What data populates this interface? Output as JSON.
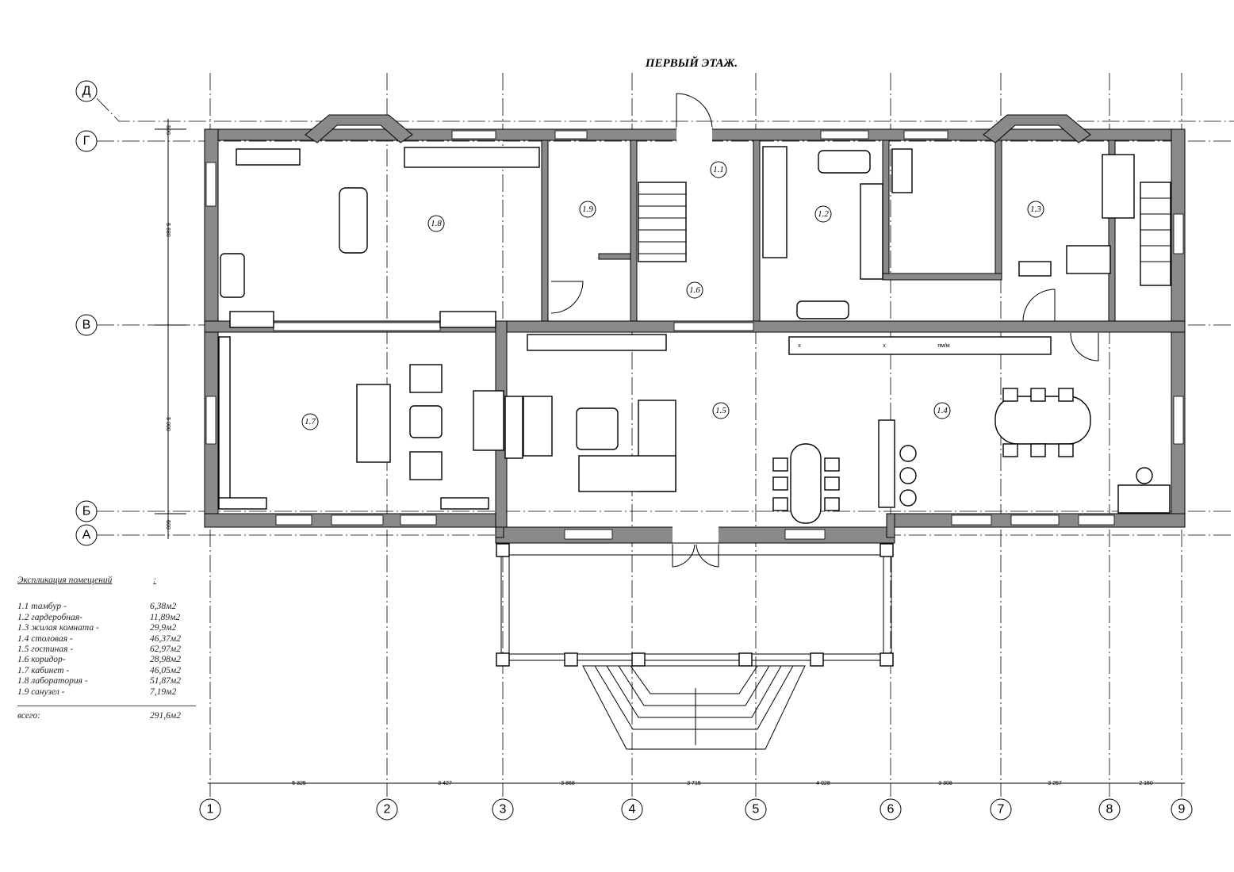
{
  "title": "ПЕРВЫЙ ЭТАЖ.",
  "axes_columns": [
    "1",
    "2",
    "3",
    "4",
    "5",
    "6",
    "7",
    "8",
    "9"
  ],
  "axes_rows": [
    "Д",
    "Г",
    "В",
    "Б",
    "А"
  ],
  "dimensions_horizontal": [
    "5 325",
    "3 427",
    "3 868",
    "3 715",
    "4 028",
    "3 308",
    "3 257",
    "2 150"
  ],
  "dimensions_vertical": [
    "500",
    "5 680",
    "5 000",
    "500"
  ],
  "rooms": [
    "1.1",
    "1.2",
    "1.3",
    "1.4",
    "1.5",
    "1.6",
    "1.7",
    "1.8",
    "1.9"
  ],
  "legend": {
    "header": "Экспликация помещений",
    "header_colon": ":",
    "items": [
      {
        "name": "1.1 тамбур -",
        "area": "6,38м2"
      },
      {
        "name": "1.2 гардеробная-",
        "area": "11,89м2"
      },
      {
        "name": "1.3 жилая комната -",
        "area": "29,9м2"
      },
      {
        "name": "1.4 столовая -",
        "area": "46,37м2"
      },
      {
        "name": "1.5 гостиная -",
        "area": "62,97м2"
      },
      {
        "name": "1.6 коридор-",
        "area": "28,98м2"
      },
      {
        "name": "1.7 кабинет -",
        "area": "46,05м2"
      },
      {
        "name": "1.8 лаборатория -",
        "area": "51,87м2"
      },
      {
        "name": "1.9 санузел -",
        "area": "7,19м2"
      }
    ],
    "total_label": "всего:",
    "total_value": "291,6м2"
  },
  "kitchen_labels": [
    "х",
    "х",
    "пм/м"
  ]
}
